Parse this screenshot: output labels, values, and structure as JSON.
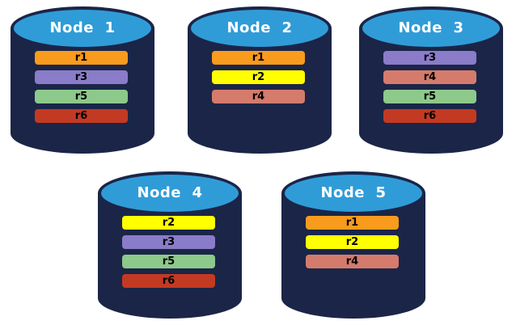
{
  "palette": {
    "background": "#FFFFFF",
    "cylinder_body": "#1B2548",
    "cylinder_top_fill": "#2F9CD8",
    "cylinder_outline": "#1B2548",
    "title_text": "#FFFFFF",
    "bar_text": "#000000"
  },
  "replica_colors": {
    "r1": "#F99B1C",
    "r2": "#FFFF00",
    "r3": "#8A7CC8",
    "r4": "#D57B6C",
    "r5": "#8CC98A",
    "r6": "#C33A22"
  },
  "nodes": [
    {
      "title": "Node  1",
      "replicas": [
        {
          "label": "r1",
          "color": "#F99B1C"
        },
        {
          "label": "r3",
          "color": "#8A7CC8"
        },
        {
          "label": "r5",
          "color": "#8CC98A"
        },
        {
          "label": "r6",
          "color": "#C33A22"
        }
      ]
    },
    {
      "title": "Node  2",
      "replicas": [
        {
          "label": "r1",
          "color": "#F99B1C"
        },
        {
          "label": "r2",
          "color": "#FFFF00"
        },
        {
          "label": "r4",
          "color": "#D57B6C"
        }
      ]
    },
    {
      "title": "Node  3",
      "replicas": [
        {
          "label": "r3",
          "color": "#8A7CC8"
        },
        {
          "label": "r4",
          "color": "#D57B6C"
        },
        {
          "label": "r5",
          "color": "#8CC98A"
        },
        {
          "label": "r6",
          "color": "#C33A22"
        }
      ]
    },
    {
      "title": "Node  4",
      "replicas": [
        {
          "label": "r2",
          "color": "#FFFF00"
        },
        {
          "label": "r3",
          "color": "#8A7CC8"
        },
        {
          "label": "r5",
          "color": "#8CC98A"
        },
        {
          "label": "r6",
          "color": "#C33A22"
        }
      ]
    },
    {
      "title": "Node  5",
      "replicas": [
        {
          "label": "r1",
          "color": "#F99B1C"
        },
        {
          "label": "r2",
          "color": "#FFFF00"
        },
        {
          "label": "r4",
          "color": "#D57B6C"
        }
      ]
    }
  ]
}
